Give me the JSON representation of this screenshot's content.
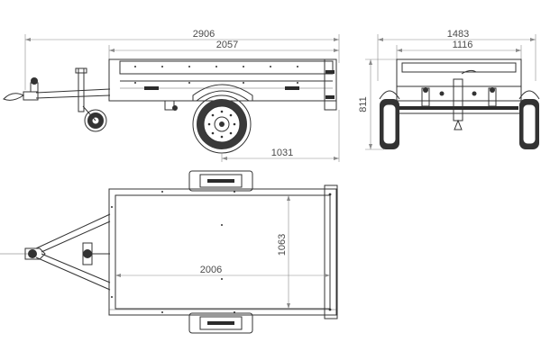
{
  "dimensions": {
    "side_total_length": "2906",
    "side_box_length": "2057",
    "side_axle_to_rear": "1031",
    "front_total_width": "1483",
    "front_box_width": "1116",
    "front_height": "811",
    "top_inner_length": "2006",
    "top_inner_width": "1063"
  }
}
